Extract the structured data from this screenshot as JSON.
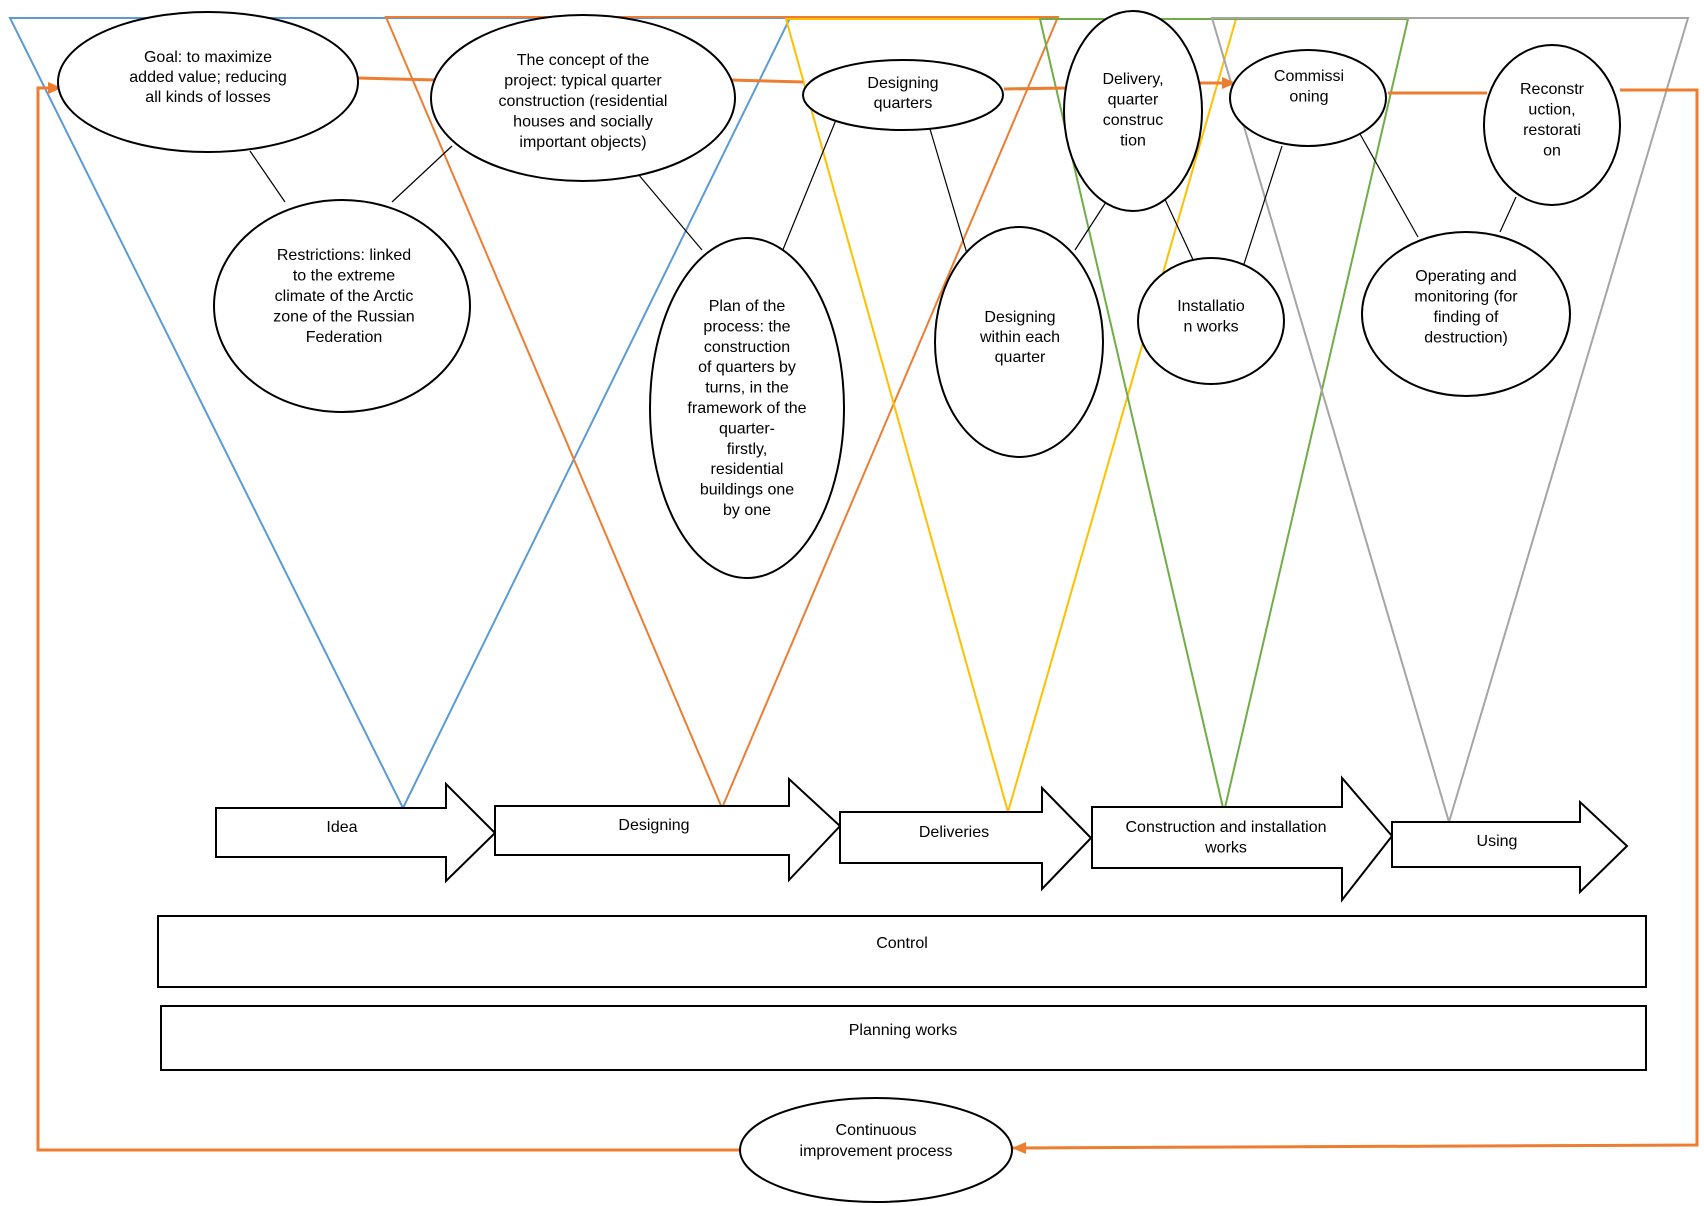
{
  "colors": {
    "idea_triangle": "#5B9BD5",
    "designing_triangle": "#ED7D31",
    "deliveries_triangle": "#FFC000",
    "construction_triangle": "#70AD47",
    "using_triangle": "#A5A5A5",
    "feedback_loop": "#ED7D31"
  },
  "nodes": {
    "goal": [
      "Goal: to maximize",
      "added value; reducing",
      "all kinds of losses"
    ],
    "restrictions": [
      "Restrictions: linked",
      "to the extreme",
      "climate of the Arctic",
      "zone of the Russian",
      "Federation"
    ],
    "concept": [
      "The concept of the",
      "project: typical quarter",
      "construction (residential",
      "houses and socially",
      "important objects)"
    ],
    "plan": [
      "Plan of the",
      "process: the",
      "construction",
      "of quarters by",
      "turns, in the",
      "framework of the",
      "quarter-",
      "firstly,",
      "residential",
      "buildings one",
      "by one"
    ],
    "designing_quarters": [
      "Designing",
      "quarters"
    ],
    "designing_within": [
      "Designing",
      "within each",
      "quarter"
    ],
    "delivery": [
      "Delivery,",
      "quarter",
      "construc",
      "tion"
    ],
    "installation": [
      "Installatio",
      "n works"
    ],
    "commissioning": [
      "Commissi",
      "oning"
    ],
    "operating": [
      "Operating and",
      "monitoring (for",
      "finding of",
      "destruction)"
    ],
    "reconstruction": [
      "Reconstr",
      "uction,",
      "restorati",
      "on"
    ],
    "continuous": [
      "Continuous",
      "improvement process"
    ]
  },
  "stages": {
    "idea": [
      "Idea"
    ],
    "designing": [
      "Designing"
    ],
    "deliveries": [
      "Deliveries"
    ],
    "construction": [
      "Construction and installation",
      "works"
    ],
    "using": [
      "Using"
    ]
  },
  "bars": {
    "control": "Control",
    "planning": "Planning works"
  }
}
